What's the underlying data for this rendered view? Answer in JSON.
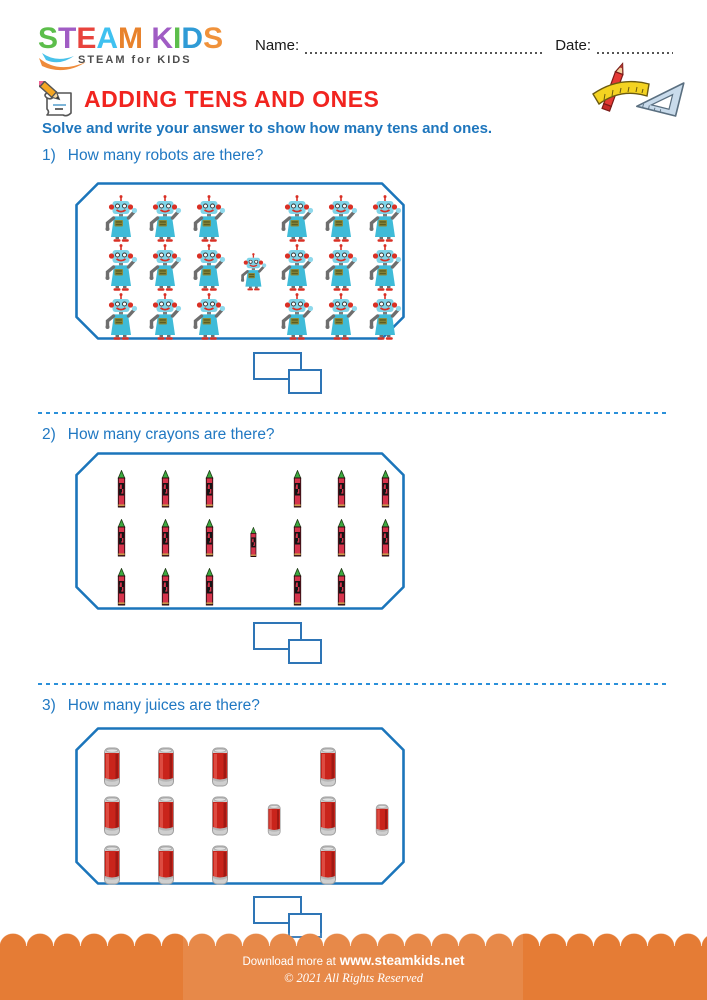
{
  "header": {
    "logo": {
      "letters": [
        {
          "ch": "S",
          "color": "#5cbe4b"
        },
        {
          "ch": "T",
          "color": "#a05cc4"
        },
        {
          "ch": "E",
          "color": "#e8433c"
        },
        {
          "ch": "A",
          "color": "#3fc1f0"
        },
        {
          "ch": "M",
          "color": "#e8822c"
        },
        {
          "ch": " ",
          "color": "#000000"
        },
        {
          "ch": "K",
          "color": "#a05cc4"
        },
        {
          "ch": "I",
          "color": "#5cbe4b"
        },
        {
          "ch": "D",
          "color": "#2f9bd6"
        },
        {
          "ch": "S",
          "color": "#f0923b"
        }
      ],
      "tagline": "STEAM for KIDS"
    },
    "name_label": "Name:",
    "date_label": "Date:"
  },
  "title": {
    "text": "ADDING TENS AND ONES"
  },
  "subtitle": "Solve and write your answer to show how many tens and ones.",
  "colors": {
    "title_red": "#f1241f",
    "text_blue": "#2078c2",
    "box_border_blue": "#1b75bb",
    "answer_box_blue": "#2e75b6",
    "separator_blue": "#2b90d9",
    "footer_orange": "#e57c35"
  },
  "questions": [
    {
      "number": "1)",
      "text": "How many robots are there?",
      "item": "robot",
      "columns": 7,
      "grid": [
        [
          1,
          1,
          1,
          0,
          1,
          1,
          1
        ],
        [
          1,
          1,
          1,
          2,
          1,
          1,
          1
        ],
        [
          1,
          1,
          1,
          0,
          1,
          1,
          1
        ]
      ]
    },
    {
      "number": "2)",
      "text": "How many crayons are there?",
      "item": "crayon",
      "columns": 7,
      "grid": [
        [
          1,
          1,
          1,
          0,
          1,
          1,
          1
        ],
        [
          1,
          1,
          1,
          2,
          1,
          1,
          1
        ],
        [
          1,
          1,
          1,
          0,
          1,
          1,
          0
        ]
      ]
    },
    {
      "number": "3)",
      "text": "How many juices are there?",
      "item": "juice",
      "columns": 6,
      "grid": [
        [
          1,
          1,
          1,
          0,
          1,
          0
        ],
        [
          1,
          1,
          1,
          2,
          1,
          2
        ],
        [
          1,
          1,
          1,
          0,
          1,
          0
        ]
      ]
    }
  ],
  "footer": {
    "download_text": "Download more at",
    "url": "www.steamkids.net",
    "copyright": "© 2021 All Rights Reserved"
  }
}
